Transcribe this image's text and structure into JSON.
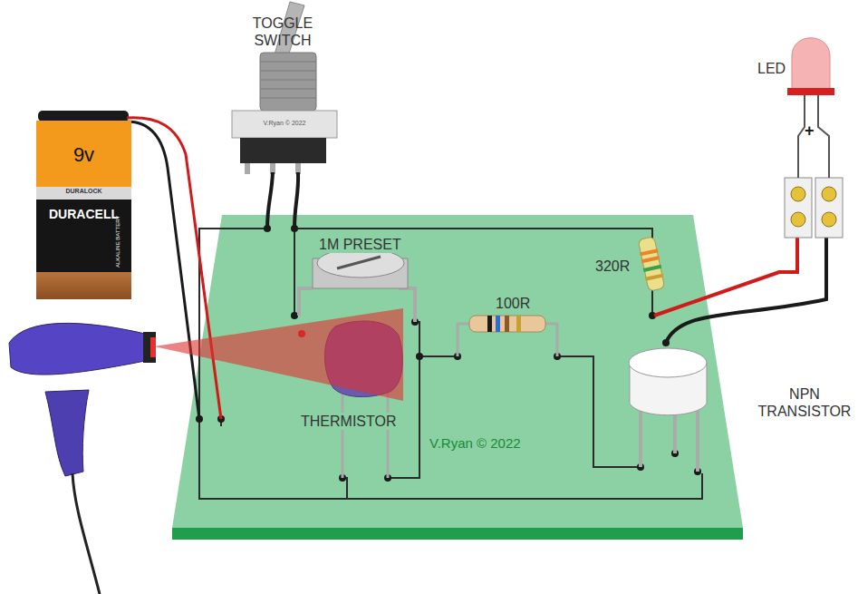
{
  "diagram": {
    "nodes": [
      {
        "text": [
          "9v",
          "DURALOCK",
          "DURACELL",
          "ALKALINE BATTERY"
        ]
      }
    ],
    "labels": [
      "TOGGLE SWITCH",
      "V.Ryan © 2022",
      "LED",
      "+",
      "1M PRESET",
      "320R",
      "100R",
      "THERMISTOR",
      "V.Ryan © 2022",
      "NPN TRANSISTOR"
    ]
  }
}
